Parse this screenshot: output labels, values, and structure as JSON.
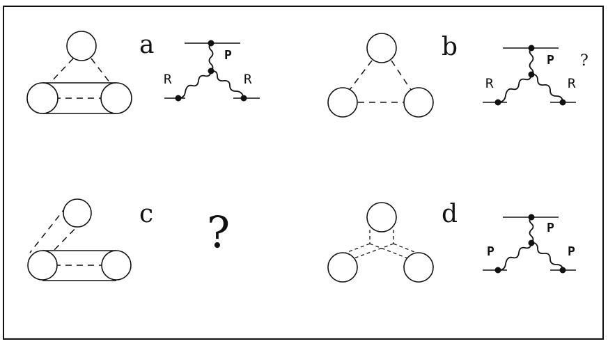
{
  "panels": {
    "a": {
      "label": "a",
      "vertex": {
        "top": "P",
        "left": "R",
        "right": "R"
      }
    },
    "b": {
      "label": "b",
      "vertex": {
        "top": "P",
        "left": "R",
        "right": "R"
      },
      "query": "?"
    },
    "c": {
      "label": "c",
      "query": "?"
    },
    "d": {
      "label": "d",
      "vertex": {
        "top": "P",
        "left": "P",
        "right": "P"
      }
    }
  }
}
